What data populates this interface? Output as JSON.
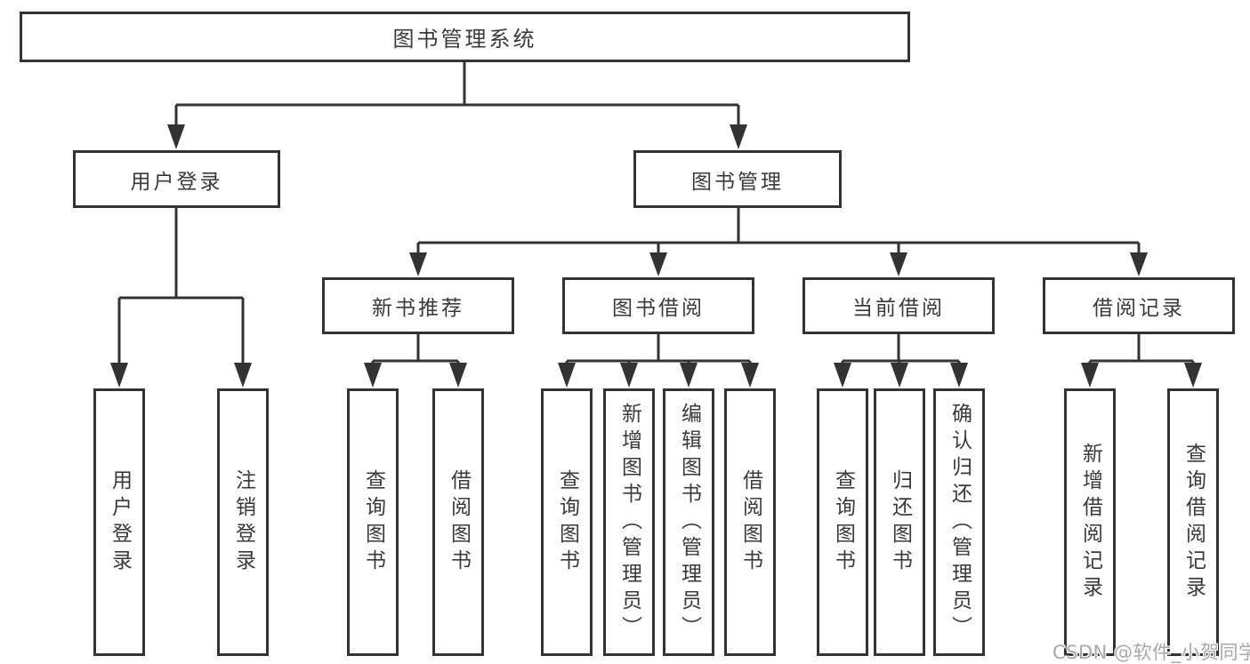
{
  "diagram_title": "图书管理系统",
  "tree": {
    "label": "图书管理系统",
    "children": [
      {
        "label": "用户登录",
        "children": [
          {
            "label": "用户登录"
          },
          {
            "label": "注销登录"
          }
        ]
      },
      {
        "label": "图书管理",
        "children": [
          {
            "label": "新书推荐",
            "children": [
              {
                "label": "查询图书"
              },
              {
                "label": "借阅图书"
              }
            ]
          },
          {
            "label": "图书借阅",
            "children": [
              {
                "label": "查询图书"
              },
              {
                "label": "新增图书（管理员）"
              },
              {
                "label": "编辑图书（管理员）"
              },
              {
                "label": "借阅图书"
              }
            ]
          },
          {
            "label": "当前借阅",
            "children": [
              {
                "label": "查询图书"
              },
              {
                "label": "归还图书"
              },
              {
                "label": "确认归还（管理员）"
              }
            ]
          },
          {
            "label": "借阅记录",
            "children": [
              {
                "label": "新增借阅记录"
              },
              {
                "label": "查询借阅记录"
              }
            ]
          }
        ]
      }
    ]
  },
  "colors": {
    "line": "#333333",
    "text": "#3a3a3a",
    "background": "#ffffff",
    "watermark": "#a8a8a8"
  },
  "watermark": {
    "text": "CSDN @软件_小贺同学"
  }
}
